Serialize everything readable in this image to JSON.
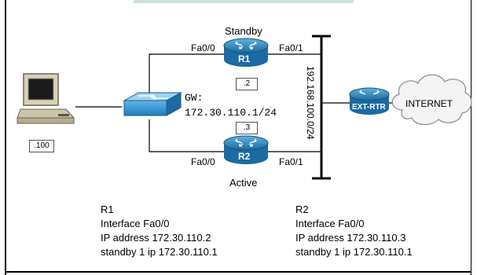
{
  "nodes": {
    "r1": {
      "label": "R1",
      "role": "Standby",
      "ip_suffix": ".2",
      "port_left": "Fa0/0",
      "port_right": "Fa0/1"
    },
    "r2": {
      "label": "R2",
      "role": "Active",
      "ip_suffix": ".3",
      "port_left": "Fa0/0",
      "port_right": "Fa0/1"
    },
    "ext_router": {
      "label": "EXT-RTR"
    },
    "cloud": {
      "label": "INTERNET"
    },
    "pc": {
      "ip_suffix": ".100"
    },
    "switch": {
      "gw_label": "GW:",
      "gw_address": "172.30.110.1/24"
    }
  },
  "network": {
    "outside_subnet": "192.168.100.0/24"
  },
  "configs": {
    "r1": {
      "title": "R1",
      "lines": [
        "Interface Fa0/0",
        "IP address 172.30.110.2",
        "standby 1 ip 172.30.110.1"
      ]
    },
    "r2": {
      "title": "R2",
      "lines": [
        "Interface Fa0/0",
        "IP address 172.30.110.3",
        "standby 1 ip 172.30.110.1"
      ]
    }
  },
  "colors": {
    "router_blue": "#1e6fa5",
    "router_light": "#4da3d6",
    "switch_blue": "#2a8ccc",
    "line": "#000000"
  }
}
